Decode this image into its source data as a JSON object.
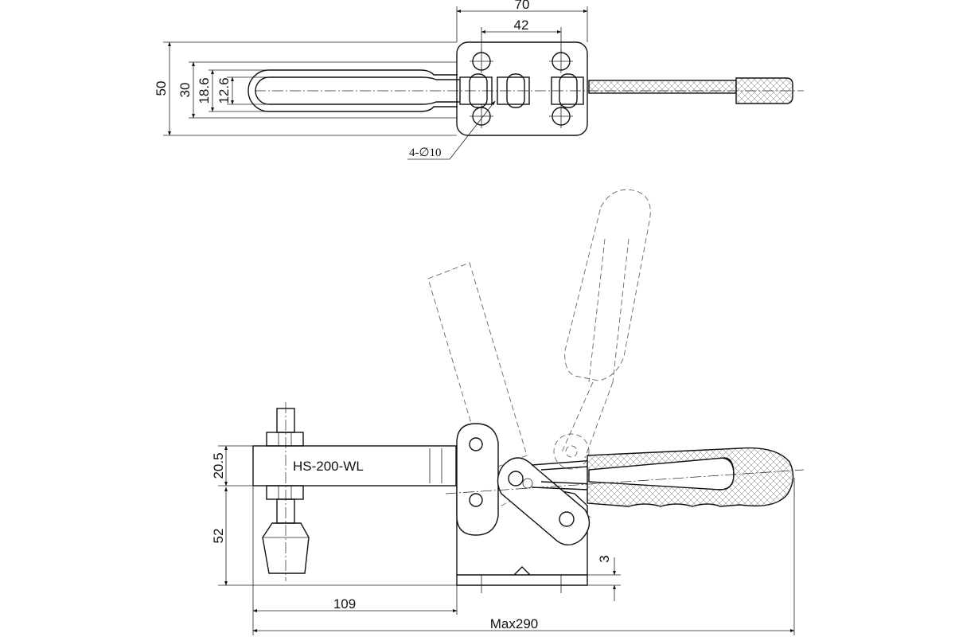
{
  "model_label": "HS-200-WL",
  "dimensions": {
    "width_70": "70",
    "width_42": "42",
    "height_50": "50",
    "height_30": "30",
    "height_18_6": "18.6",
    "height_12_6": "12.6",
    "holes": "4-∅10",
    "arm_height": "20.5",
    "spindle_height": "52",
    "base_thickness": "3",
    "reach": "109",
    "overall_length": "Max290"
  }
}
